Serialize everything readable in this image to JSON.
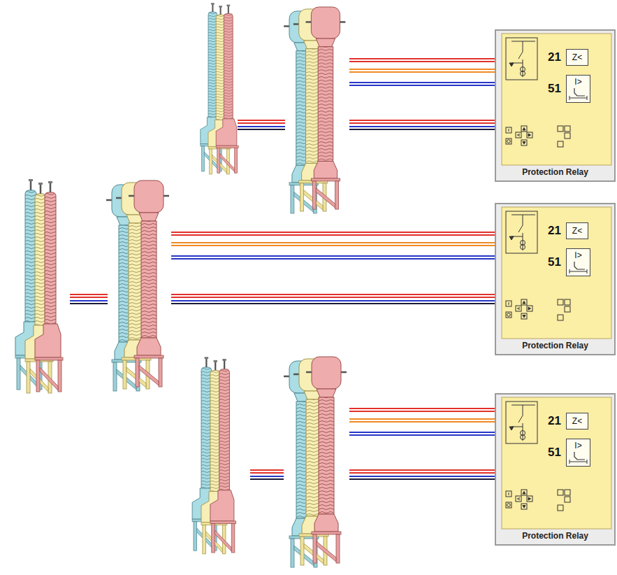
{
  "diagram": {
    "nodes": [
      {
        "text": [
          "Protection Relay"
        ]
      },
      {
        "text": [
          "21",
          "Z<"
        ],
        "in": 0
      },
      {
        "text": [
          "51",
          "I>"
        ],
        "in": 0
      },
      {
        "text": [
          "Protection Relay"
        ]
      },
      {
        "text": [
          "21",
          "Z<"
        ],
        "in": 3
      },
      {
        "text": [
          "51",
          "I>"
        ],
        "in": 3
      },
      {
        "text": [
          "Protection Relay"
        ]
      },
      {
        "text": [
          "21",
          "Z<"
        ],
        "in": 6
      },
      {
        "text": [
          "51",
          "I>"
        ],
        "in": 6
      }
    ]
  }
}
